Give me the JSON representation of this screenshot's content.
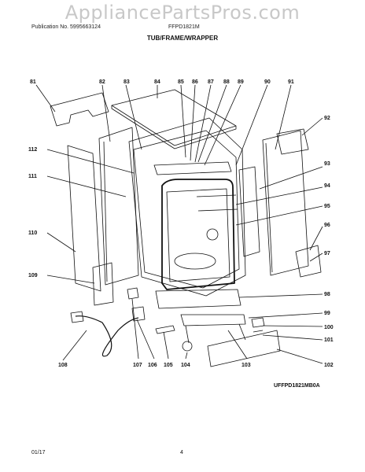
{
  "header": {
    "watermark": "AppliancePartsPros.com",
    "publication_label": "Publication No. 5995663124",
    "model": "FFPD1821M",
    "section_title": "TUB/FRAME/WRAPPER"
  },
  "diagram": {
    "callouts": [
      "81",
      "82",
      "83",
      "84",
      "85",
      "86",
      "87",
      "88",
      "89",
      "90",
      "91",
      "92",
      "93",
      "94",
      "95",
      "96",
      "97",
      "98",
      "99",
      "100",
      "101",
      "102",
      "103",
      "104",
      "105",
      "106",
      "107",
      "108",
      "109",
      "110",
      "111",
      "112"
    ],
    "drawing_code": "UFFPD1821MB0A"
  },
  "footer": {
    "date": "01/17",
    "page": "4"
  }
}
